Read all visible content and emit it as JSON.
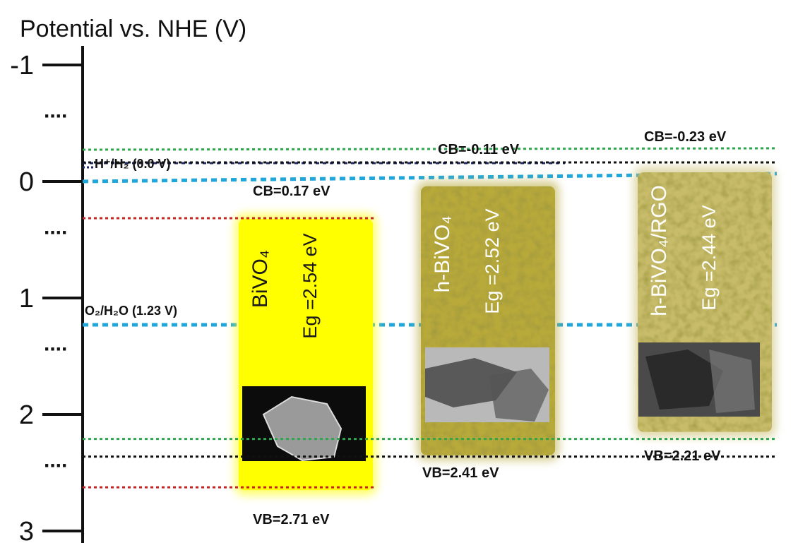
{
  "axis": {
    "title": "Potential vs. NHE (V)",
    "ticks": [
      {
        "value": -1,
        "label": "-1"
      },
      {
        "value": 0,
        "label": "0"
      },
      {
        "value": 1,
        "label": "1"
      },
      {
        "value": 2,
        "label": "2"
      },
      {
        "value": 3,
        "label": "3"
      }
    ],
    "ellipsis": "....",
    "ellipsis_values": [
      -0.5,
      0.5,
      1.5,
      2.5
    ]
  },
  "references": [
    {
      "label": "H⁺/H₂ (0.0 V)",
      "potential": 0.0,
      "color": "#1f2a66"
    },
    {
      "label": "O₂/H₂O (1.23 V)",
      "potential": 1.23,
      "color": "#1ea7dd"
    }
  ],
  "materials": [
    {
      "name": "BiVO₄",
      "eg_label": "Eg =2.54 eV",
      "cb": 0.17,
      "vb": 2.71,
      "eg": 2.54,
      "cb_label": "CB=0.17 eV",
      "vb_label": "VB=2.71 eV",
      "fill": "#ffff00",
      "text_color": "#1a1a1a",
      "line_color": "#cc2222"
    },
    {
      "name": "h-BiVO₄",
      "eg_label": "Eg =2.52 eV",
      "cb": -0.11,
      "vb": 2.41,
      "eg": 2.52,
      "cb_label": "CB=-0.11 eV",
      "vb_label": "VB=2.41 eV",
      "fill": "#b8a93a",
      "text_color": "#ffffff",
      "line_color": "#111111"
    },
    {
      "name": "h-BiVO₄/RGO",
      "eg_label": "Eg =2.44 eV",
      "cb": -0.23,
      "vb": 2.21,
      "eg": 2.44,
      "cb_label": "CB=-0.23 eV",
      "vb_label": "VB=2.21 eV",
      "fill": "#c8bc6a",
      "text_color": "#ffffff",
      "line_color": "#2aa84a"
    }
  ]
}
